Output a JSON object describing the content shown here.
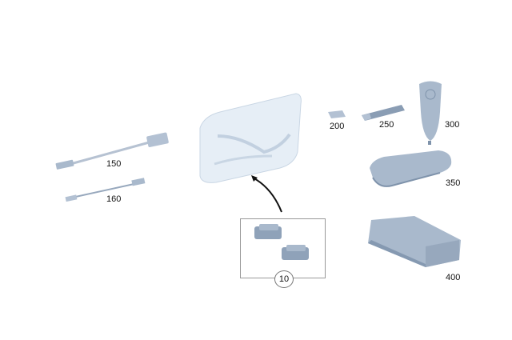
{
  "diagram": {
    "type": "parts-exploded-view",
    "colors": {
      "part_fill": "#a9b9cc",
      "part_shadow": "#7f93ab",
      "door_panel_fill": "#e6eef6",
      "label": "#111111",
      "box_border": "#999999",
      "arrow": "#111111"
    },
    "parts": [
      {
        "id": "10",
        "label": "10",
        "name": "Clip / light module pair (callout box)"
      },
      {
        "id": "150",
        "label": "150",
        "name": "Cable with connector"
      },
      {
        "id": "160",
        "label": "160",
        "name": "USB cable"
      },
      {
        "id": "200",
        "label": "200",
        "name": "Card"
      },
      {
        "id": "250",
        "label": "250",
        "name": "USB stick"
      },
      {
        "id": "300",
        "label": "300",
        "name": "Car charger adapter"
      },
      {
        "id": "350",
        "label": "350",
        "name": "Flat module"
      },
      {
        "id": "400",
        "label": "400",
        "name": "Bracket / holder"
      }
    ]
  }
}
